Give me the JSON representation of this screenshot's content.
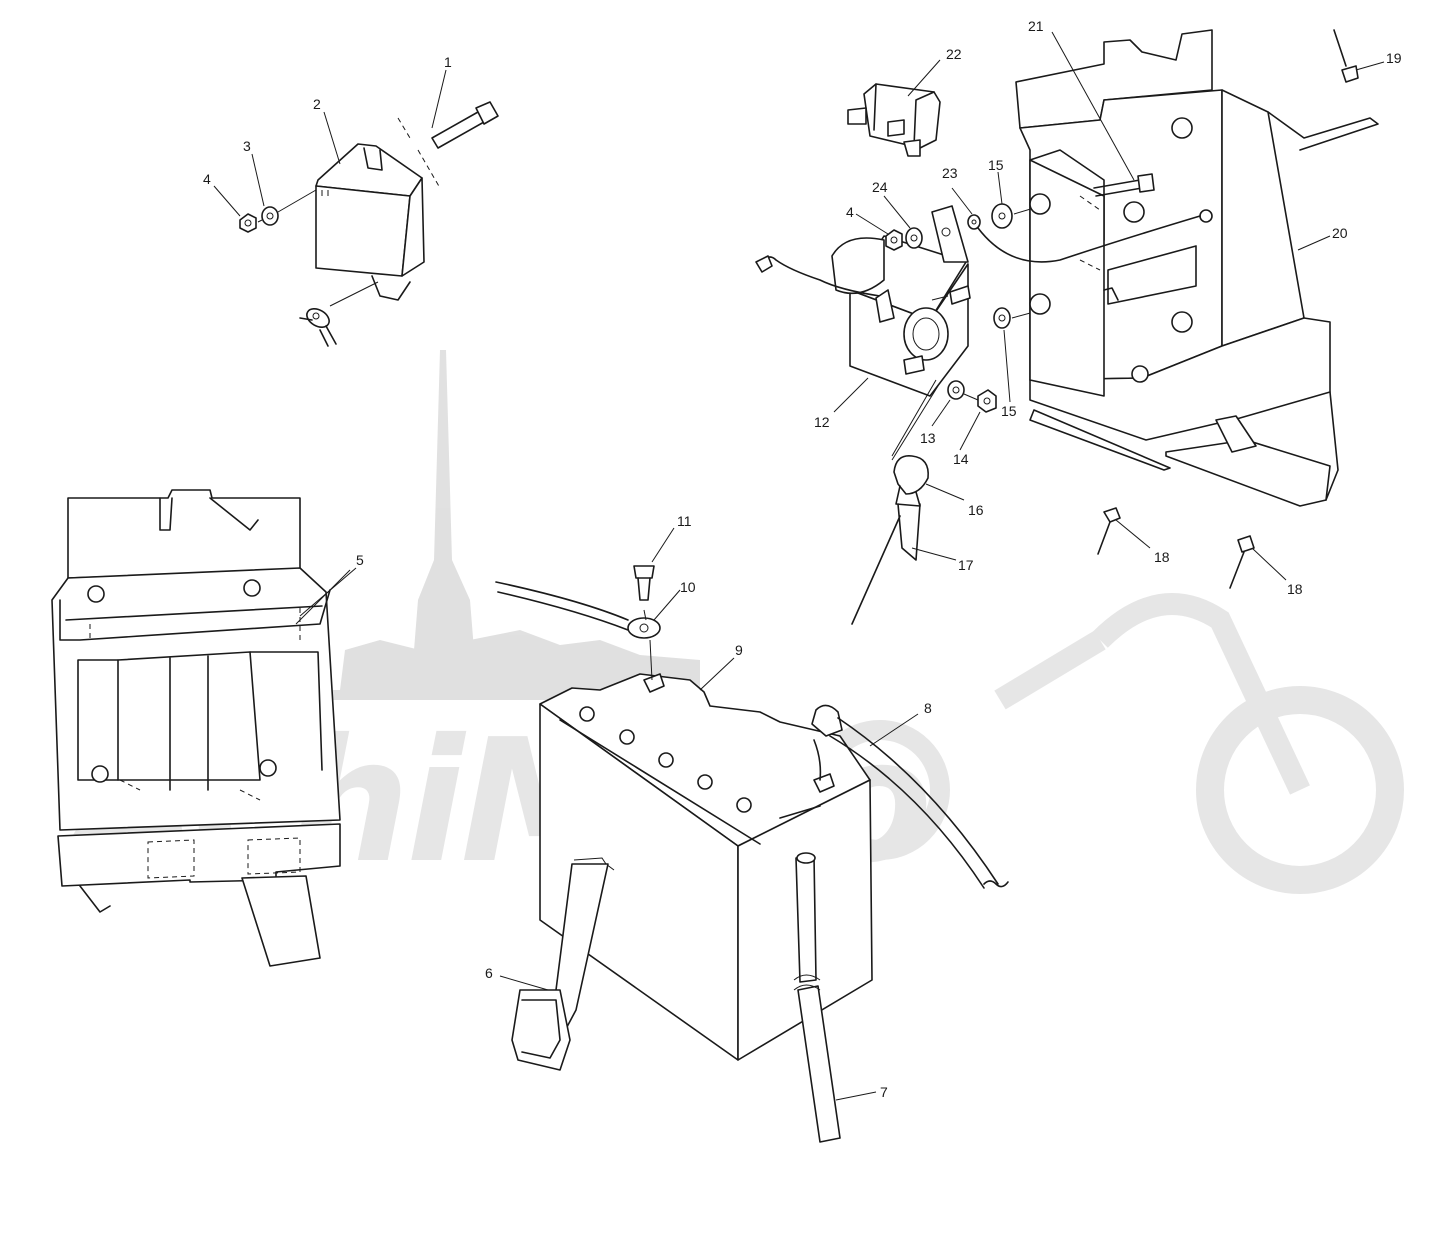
{
  "diagram": {
    "callouts": [
      {
        "id": "c1",
        "text": "1"
      },
      {
        "id": "c2",
        "text": "2"
      },
      {
        "id": "c3",
        "text": "3"
      },
      {
        "id": "c4a",
        "text": "4"
      },
      {
        "id": "c4b",
        "text": "4"
      },
      {
        "id": "c5",
        "text": "5"
      },
      {
        "id": "c6",
        "text": "6"
      },
      {
        "id": "c7",
        "text": "7"
      },
      {
        "id": "c8",
        "text": "8"
      },
      {
        "id": "c9",
        "text": "9"
      },
      {
        "id": "c10",
        "text": "10"
      },
      {
        "id": "c11",
        "text": "11"
      },
      {
        "id": "c12",
        "text": "12"
      },
      {
        "id": "c13",
        "text": "13"
      },
      {
        "id": "c14",
        "text": "14"
      },
      {
        "id": "c15a",
        "text": "15"
      },
      {
        "id": "c15b",
        "text": "15"
      },
      {
        "id": "c16",
        "text": "16"
      },
      {
        "id": "c17",
        "text": "17"
      },
      {
        "id": "c18a",
        "text": "18"
      },
      {
        "id": "c18b",
        "text": "18"
      },
      {
        "id": "c19",
        "text": "19"
      },
      {
        "id": "c20",
        "text": "20"
      },
      {
        "id": "c21",
        "text": "21"
      },
      {
        "id": "c22",
        "text": "22"
      },
      {
        "id": "c23",
        "text": "23"
      },
      {
        "id": "c24",
        "text": "24"
      }
    ],
    "watermark": {
      "text": "AchiMoto",
      "color": "#dcdcdc"
    },
    "line_color": "#1a1a1a",
    "background": "#ffffff"
  }
}
